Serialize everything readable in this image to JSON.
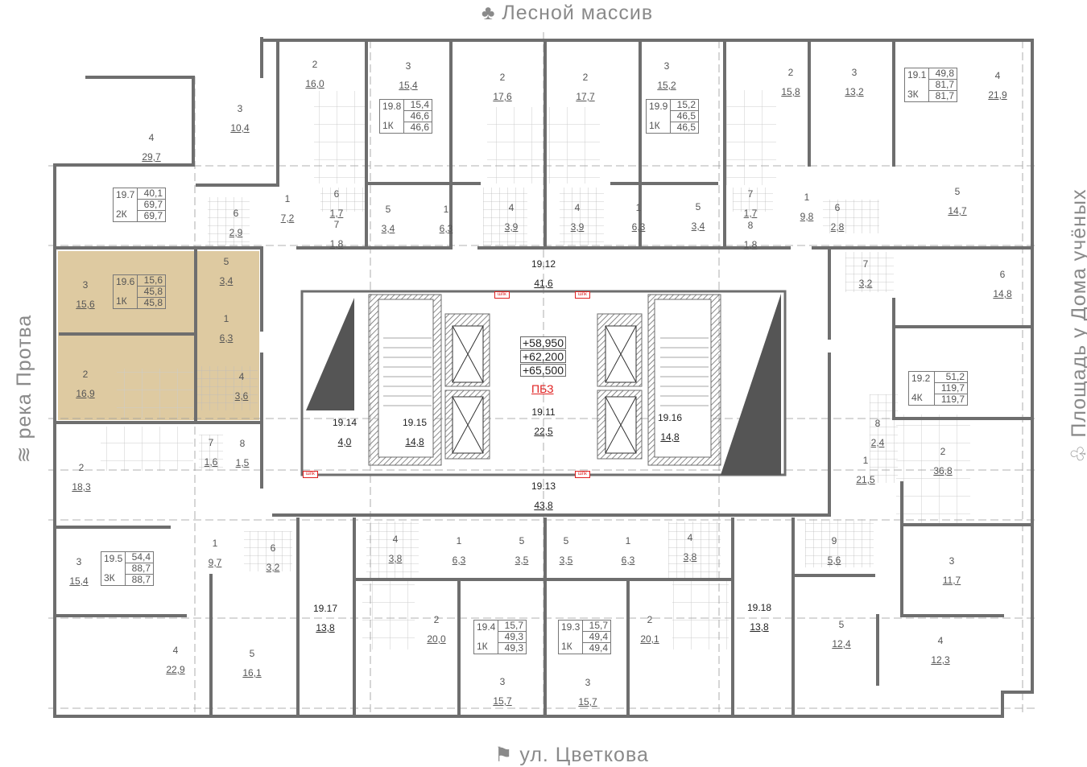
{
  "labels": {
    "north": "Лесной массив",
    "south": "ул. Цветкова",
    "west": "река Протва",
    "east": "Площадь у Дома учёных"
  },
  "colors": {
    "highlight": "#d6bd8a",
    "wall": "#777777",
    "accent_red": "#e02020"
  },
  "apartments": [
    {
      "id": "19.7",
      "type": "2К",
      "living": "40,1",
      "total": "69,7",
      "total_full": "69,7"
    },
    {
      "id": "19.8",
      "type": "1К",
      "living": "15,4",
      "total": "46,6",
      "total_full": "46,6"
    },
    {
      "id": "19.9",
      "type": "1К",
      "living": "15,2",
      "total": "46,5",
      "total_full": "46,5"
    },
    {
      "id": "19.1",
      "type": "3К",
      "living": "49,8",
      "total": "81,7",
      "total_full": "81,7"
    },
    {
      "id": "19.2",
      "type": "4К",
      "living": "51,2",
      "total": "119,7",
      "total_full": "119,7"
    },
    {
      "id": "19.6",
      "type": "1К",
      "living": "15,6",
      "total": "45,8",
      "total_full": "45,8"
    },
    {
      "id": "19.5",
      "type": "3К",
      "living": "54,4",
      "total": "88,7",
      "total_full": "88,7"
    },
    {
      "id": "19.4",
      "type": "1К",
      "living": "15,7",
      "total": "49,3",
      "total_full": "49,3"
    },
    {
      "id": "19.3",
      "type": "1К",
      "living": "15,7",
      "total": "49,4",
      "total_full": "49,4"
    }
  ],
  "rooms": [
    {
      "num": "4",
      "area": "29,7"
    },
    {
      "num": "3",
      "area": "10,4"
    },
    {
      "num": "1",
      "area": "7,2"
    },
    {
      "num": "6",
      "area": "2,9"
    },
    {
      "num": "2",
      "area": "16,0"
    },
    {
      "num": "3",
      "area": "15,4"
    },
    {
      "num": "6",
      "area": "1,7"
    },
    {
      "num": "7",
      "area": "1,8"
    },
    {
      "num": "5",
      "area": "3,4"
    },
    {
      "num": "1",
      "area": "6,3"
    },
    {
      "num": "4",
      "area": "3,9"
    },
    {
      "num": "2",
      "area": "17,6"
    },
    {
      "num": "2",
      "area": "17,7"
    },
    {
      "num": "4",
      "area": "3,9"
    },
    {
      "num": "1",
      "area": "6,3"
    },
    {
      "num": "3",
      "area": "15,2"
    },
    {
      "num": "5",
      "area": "3,4"
    },
    {
      "num": "7",
      "area": "1,7"
    },
    {
      "num": "8",
      "area": "1,8"
    },
    {
      "num": "2",
      "area": "15,8"
    },
    {
      "num": "3",
      "area": "13,2"
    },
    {
      "num": "4",
      "area": "21,9"
    },
    {
      "num": "1",
      "area": "9,8"
    },
    {
      "num": "6",
      "area": "2,8"
    },
    {
      "num": "5",
      "area": "14,7"
    },
    {
      "num": "7",
      "area": "3,2"
    },
    {
      "num": "6",
      "area": "14,8"
    },
    {
      "num": "8",
      "area": "2,4"
    },
    {
      "num": "1",
      "area": "21,5"
    },
    {
      "num": "2",
      "area": "36,8"
    },
    {
      "num": "9",
      "area": "5,6"
    },
    {
      "num": "3",
      "area": "11,7"
    },
    {
      "num": "5",
      "area": "12,4"
    },
    {
      "num": "4",
      "area": "12,3"
    },
    {
      "num": "3",
      "area": "15,6"
    },
    {
      "num": "5",
      "area": "3,4"
    },
    {
      "num": "1",
      "area": "6,3"
    },
    {
      "num": "2",
      "area": "16,9"
    },
    {
      "num": "4",
      "area": "3,6"
    },
    {
      "num": "7",
      "area": "1,6"
    },
    {
      "num": "8",
      "area": "1,5"
    },
    {
      "num": "2",
      "area": "18,3"
    },
    {
      "num": "1",
      "area": "9,7"
    },
    {
      "num": "6",
      "area": "3,2"
    },
    {
      "num": "3",
      "area": "15,4"
    },
    {
      "num": "4",
      "area": "22,9"
    },
    {
      "num": "5",
      "area": "16,1"
    },
    {
      "num": "4",
      "area": "3,8"
    },
    {
      "num": "1",
      "area": "6,3"
    },
    {
      "num": "5",
      "area": "3,5"
    },
    {
      "num": "2",
      "area": "20,0"
    },
    {
      "num": "3",
      "area": "15,7"
    },
    {
      "num": "5",
      "area": "3,5"
    },
    {
      "num": "1",
      "area": "6,3"
    },
    {
      "num": "4",
      "area": "3,8"
    },
    {
      "num": "2",
      "area": "20,1"
    },
    {
      "num": "3",
      "area": "15,7"
    }
  ],
  "common": [
    {
      "id": "19.12",
      "area": "41,6"
    },
    {
      "id": "19.11",
      "area": "22,5"
    },
    {
      "id": "19.13",
      "area": "43,8"
    },
    {
      "id": "19.14",
      "area": "4,0"
    },
    {
      "id": "19.15",
      "area": "14,8"
    },
    {
      "id": "19.16",
      "area": "14,8"
    },
    {
      "id": "19.17",
      "area": "13,8"
    },
    {
      "id": "19.18",
      "area": "13,8"
    }
  ],
  "elevations": [
    "+58,950",
    "+62,200",
    "+65,500"
  ],
  "zone_label": "ПБЗ",
  "shaft_tag": "шпк",
  "icons": {
    "north": "forest-icon",
    "south": "signpost-icon",
    "west": "river-icon",
    "east": "building-tree-icon"
  }
}
